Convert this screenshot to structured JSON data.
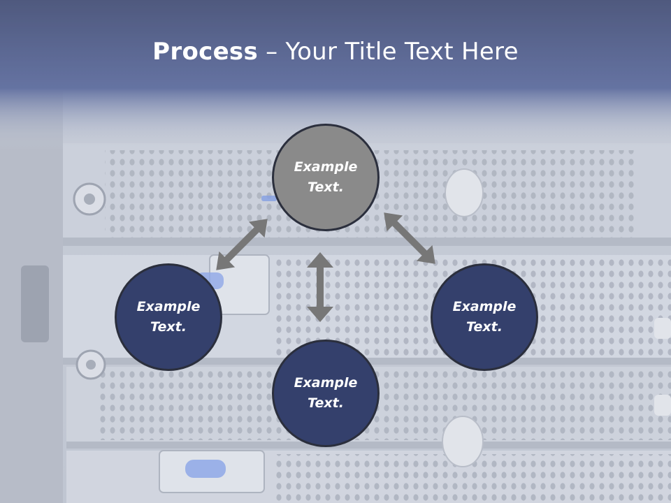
{
  "title": {
    "bold": "Process",
    "rest": " – Your Title Text Here"
  },
  "nodes": {
    "top": "Example Text.",
    "left": "Example Text.",
    "right": "Example Text.",
    "bottom": "Example Text."
  },
  "colors": {
    "header": "#354478",
    "node_gray": "#8a8a8a",
    "node_blue": "#34406c",
    "arrow": "#777777"
  }
}
